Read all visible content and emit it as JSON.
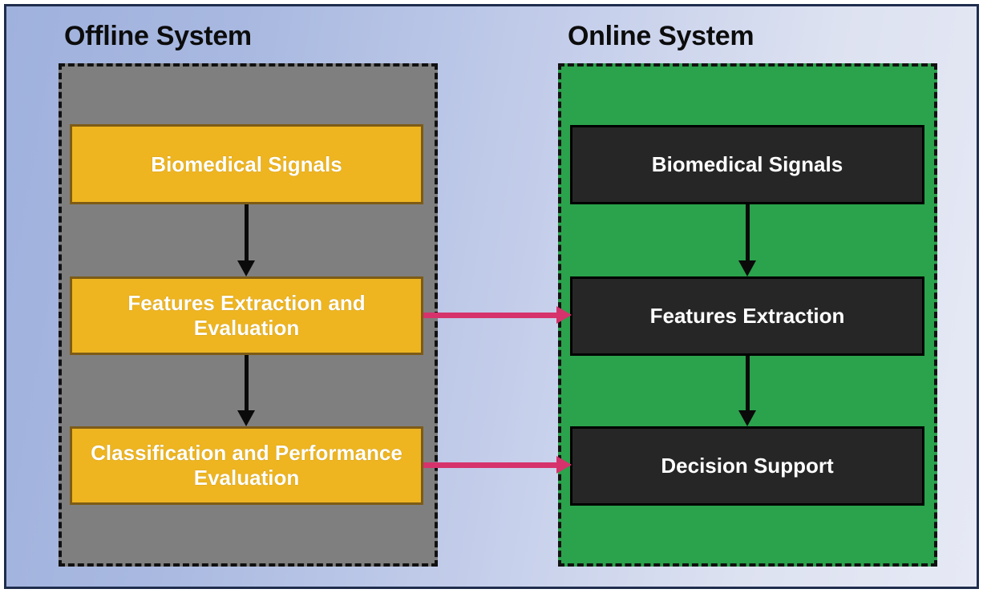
{
  "diagram": {
    "title_left": "Offline System",
    "title_right": "Online System",
    "colors": {
      "offline_panel": "#7f7f7f",
      "online_panel": "#2ba24c",
      "offline_node": "#eeb521",
      "offline_node_border": "#7d5b16",
      "online_node": "#262626",
      "online_node_border": "#000000",
      "cross_arrow": "#d6336c",
      "flow_arrow": "#0a0a0a",
      "frame_border": "#1f2d4d",
      "background_gradient_start": "#9fb1dd",
      "background_gradient_end": "#e6e9f5"
    },
    "offline": {
      "label": "Offline System",
      "nodes": [
        {
          "id": "offline-biomedical-signals",
          "label": "Biomedical Signals"
        },
        {
          "id": "offline-features-extraction",
          "label": "Features Extraction and Evaluation"
        },
        {
          "id": "offline-classification",
          "label": "Classification and Performance Evaluation"
        }
      ]
    },
    "online": {
      "label": "Online System",
      "nodes": [
        {
          "id": "online-biomedical-signals",
          "label": "Biomedical Signals"
        },
        {
          "id": "online-features-extraction",
          "label": "Features Extraction"
        },
        {
          "id": "online-decision-support",
          "label": "Decision Support"
        }
      ]
    },
    "connections": {
      "offline_vertical": [
        {
          "from": "offline-biomedical-signals",
          "to": "offline-features-extraction"
        },
        {
          "from": "offline-features-extraction",
          "to": "offline-classification"
        }
      ],
      "online_vertical": [
        {
          "from": "online-biomedical-signals",
          "to": "online-features-extraction"
        },
        {
          "from": "online-features-extraction",
          "to": "online-decision-support"
        }
      ],
      "cross_system": [
        {
          "from": "offline-features-extraction",
          "to": "online-features-extraction"
        },
        {
          "from": "offline-classification",
          "to": "online-decision-support"
        }
      ]
    }
  }
}
